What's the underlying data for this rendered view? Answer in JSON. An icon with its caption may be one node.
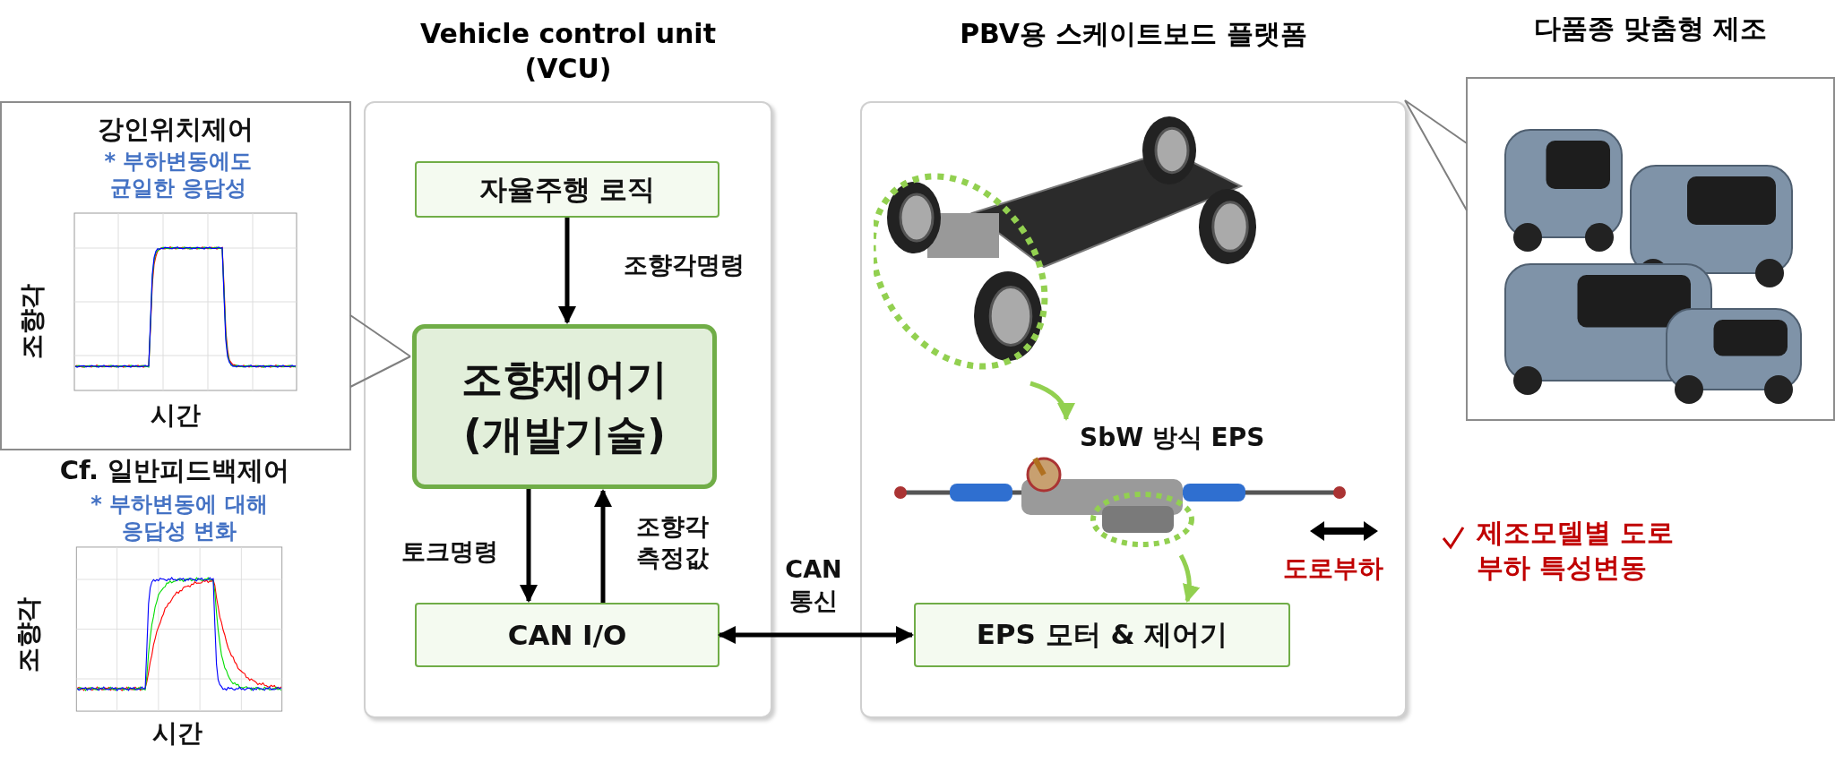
{
  "diagram": {
    "nodes": [
      {
        "text": [
          "Vehicle control unit (VCU)"
        ]
      },
      {
        "text": [
          "자율주행 로직"
        ],
        "in": 0
      },
      {
        "text": [
          "조향제어기 (개발기술)"
        ],
        "in": 0
      },
      {
        "text": [
          "CAN I/O"
        ],
        "in": 0
      },
      {
        "text": [
          "PBV용 스케이트보드 플랫폼"
        ]
      },
      {
        "text": [],
        "shape": "picture",
        "in": 4
      },
      {
        "text": [],
        "shape": "picture",
        "in": 4,
        "beside": [
          "SbW 방식 EPS"
        ]
      },
      {
        "text": [
          "EPS 모터 & 제어기"
        ],
        "in": 4
      },
      {
        "text": [
          "강인위치제어",
          "* 부하변동에도 균일한 응답성",
          "조향각",
          "시간"
        ]
      },
      {
        "text": [
          "다품종 맞춤형 제조"
        ]
      },
      {
        "text": [],
        "shape": "picture",
        "in": 9
      }
    ],
    "edges": [
      {
        "from": 1,
        "to": 2,
        "arrow": "to",
        "label": "조향각명령"
      },
      {
        "from": 2,
        "to": 3,
        "arrow": "to",
        "label": "토크명령"
      },
      {
        "from": 3,
        "to": 2,
        "arrow": "to",
        "label": "조향각 측정값"
      },
      {
        "from": 3,
        "to": 7,
        "arrow": "both",
        "label": "CAN 통신"
      },
      {
        "from": 5,
        "to": 6,
        "arrow": "to",
        "color": "#92d050"
      },
      {
        "from": 6,
        "to": 7,
        "arrow": "to",
        "color": "#92d050"
      },
      {
        "from": 8,
        "to": 2,
        "arrow": "none",
        "color": "#7f7f7f"
      },
      {
        "from": 9,
        "to": 4,
        "arrow": "none",
        "color": "#7f7f7f"
      }
    ],
    "labels": [
      "Cf. 일반피드백제어",
      "* 부하변동에 대해 응답성 변화",
      "조향각",
      "시간",
      "도로부하",
      "제조모델별 도로부하 특성변동"
    ]
  }
}
